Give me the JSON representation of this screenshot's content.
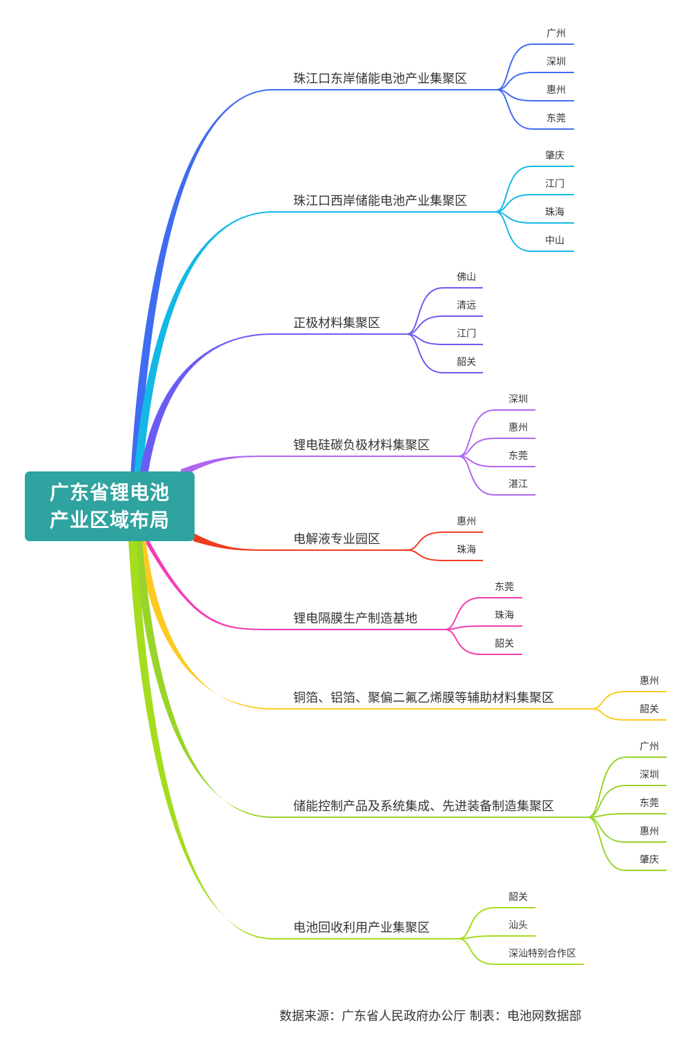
{
  "root": {
    "line1": "广东省锂电池",
    "line2": "产业区域布局",
    "color": "#2fa39f"
  },
  "branches": [
    {
      "label": "珠江口东岸储能电池产业集聚区",
      "color": "#3f6cf0",
      "children": [
        "广州",
        "深圳",
        "惠州",
        "东莞"
      ]
    },
    {
      "label": "珠江口西岸储能电池产业集聚区",
      "color": "#13b8e6",
      "children": [
        "肇庆",
        "江门",
        "珠海",
        "中山"
      ]
    },
    {
      "label": "正极材料集聚区",
      "color": "#6a5cf2",
      "children": [
        "佛山",
        "清远",
        "江门",
        "韶关"
      ]
    },
    {
      "label": "锂电硅碳负极材料集聚区",
      "color": "#b065f0",
      "children": [
        "深圳",
        "惠州",
        "东莞",
        "湛江"
      ]
    },
    {
      "label": "电解液专业园区",
      "color": "#f03c1e",
      "children": [
        "惠州",
        "珠海"
      ]
    },
    {
      "label": "锂电隔膜生产制造基地",
      "color": "#f43cb4",
      "children": [
        "东莞",
        "珠海",
        "韶关"
      ]
    },
    {
      "label": "铜箔、铝箔、聚偏二氟乙烯膜等辅助材料集聚区",
      "color": "#fcca22",
      "children": [
        "惠州",
        "韶关"
      ]
    },
    {
      "label": "储能控制产品及系统集成、先进装备制造集聚区",
      "color": "#98d42a",
      "children": [
        "广州",
        "深圳",
        "东莞",
        "惠州",
        "肇庆"
      ]
    },
    {
      "label": "电池回收利用产业集聚区",
      "color": "#a4dc1e",
      "children": [
        "韶关",
        "汕头",
        "深汕特别合作区"
      ]
    }
  ],
  "footer": "数据来源：广东省人民政府办公厅 制表：电池网数据部"
}
